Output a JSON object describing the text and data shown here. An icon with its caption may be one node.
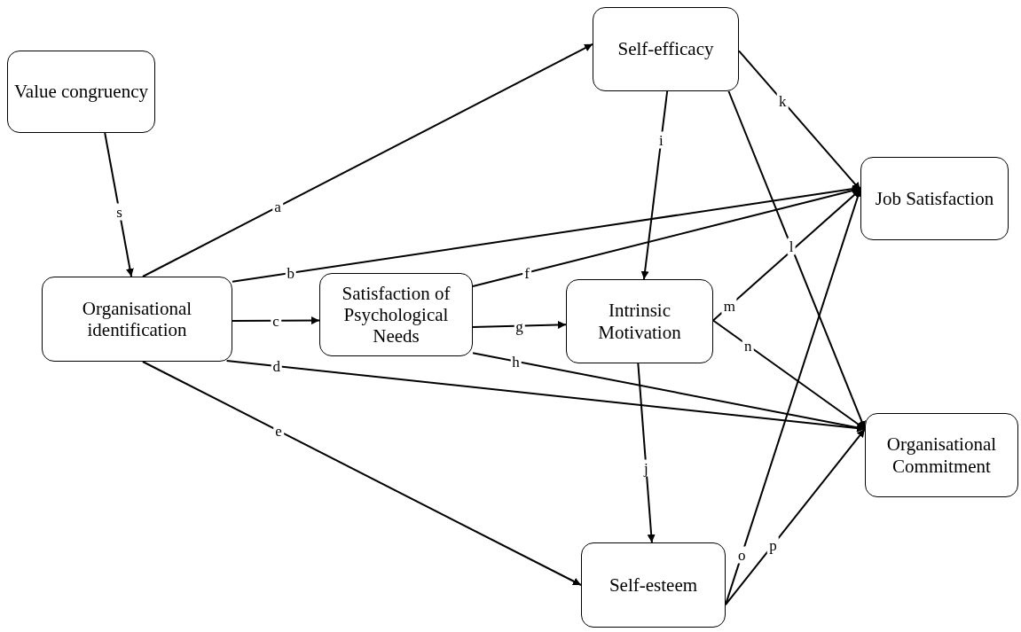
{
  "diagram": {
    "nodes": [
      {
        "text": [
          "Value congruency"
        ]
      },
      {
        "text": [
          "Self-efficacy"
        ]
      },
      {
        "text": [
          "Organisational identification"
        ]
      },
      {
        "text": [
          "Satisfaction of Psychological Needs"
        ]
      },
      {
        "text": [
          "Intrinsic Motivation"
        ]
      },
      {
        "text": [
          "Job Satisfaction"
        ]
      },
      {
        "text": [
          "Organisational Commitment"
        ]
      },
      {
        "text": [
          "Self-esteem"
        ]
      }
    ],
    "edges": [
      {
        "from": 0,
        "to": 2,
        "arrow": "to",
        "label": "s"
      },
      {
        "from": 2,
        "to": 1,
        "arrow": "to",
        "label": "a"
      },
      {
        "from": 2,
        "to": 5,
        "arrow": "to",
        "label": "b"
      },
      {
        "from": 2,
        "to": 3,
        "arrow": "to",
        "label": "c"
      },
      {
        "from": 2,
        "to": 6,
        "arrow": "to",
        "label": "d"
      },
      {
        "from": 2,
        "to": 7,
        "arrow": "to",
        "label": "e"
      },
      {
        "from": 3,
        "to": 5,
        "arrow": "to",
        "label": "f"
      },
      {
        "from": 3,
        "to": 4,
        "arrow": "to",
        "label": "g"
      },
      {
        "from": 3,
        "to": 6,
        "arrow": "to",
        "label": "h"
      },
      {
        "from": 1,
        "to": 4,
        "arrow": "to",
        "label": "i"
      },
      {
        "from": 4,
        "to": 7,
        "arrow": "to",
        "label": "j"
      },
      {
        "from": 1,
        "to": 5,
        "arrow": "to",
        "label": "k"
      },
      {
        "from": 1,
        "to": 6,
        "arrow": "to",
        "label": "l"
      },
      {
        "from": 4,
        "to": 5,
        "arrow": "to",
        "label": "m"
      },
      {
        "from": 4,
        "to": 6,
        "arrow": "to",
        "label": "n"
      },
      {
        "from": 7,
        "to": 5,
        "arrow": "to",
        "label": "o"
      },
      {
        "from": 7,
        "to": 6,
        "arrow": "to",
        "label": "p"
      }
    ]
  }
}
